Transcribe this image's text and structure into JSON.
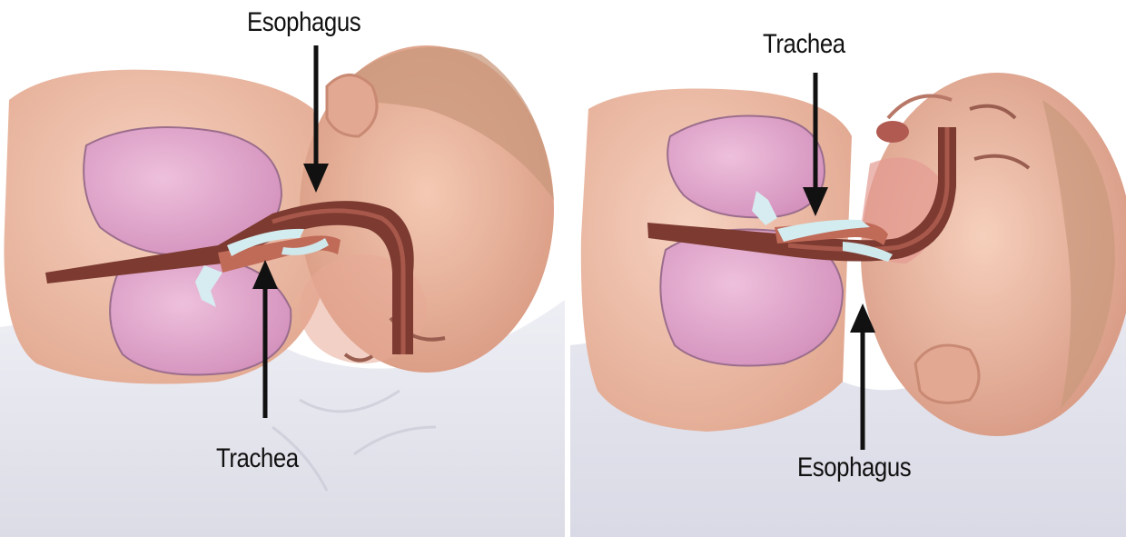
{
  "panels": [
    {
      "top_label": "Esophagus",
      "bottom_label": "Trachea"
    },
    {
      "top_label": "Trachea",
      "bottom_label": "Esophagus"
    }
  ],
  "colors": {
    "skin": "#f0c2ad",
    "skin_shadow": "#d99c86",
    "lung": "#e0a8cc",
    "lung_outline": "#9a6a8a",
    "airway": "#7a3a30",
    "airway_inner": "#a8584a",
    "fluid": "#cfe8ec",
    "sheet": "#e6e6f0",
    "hair": "#c99a80"
  }
}
